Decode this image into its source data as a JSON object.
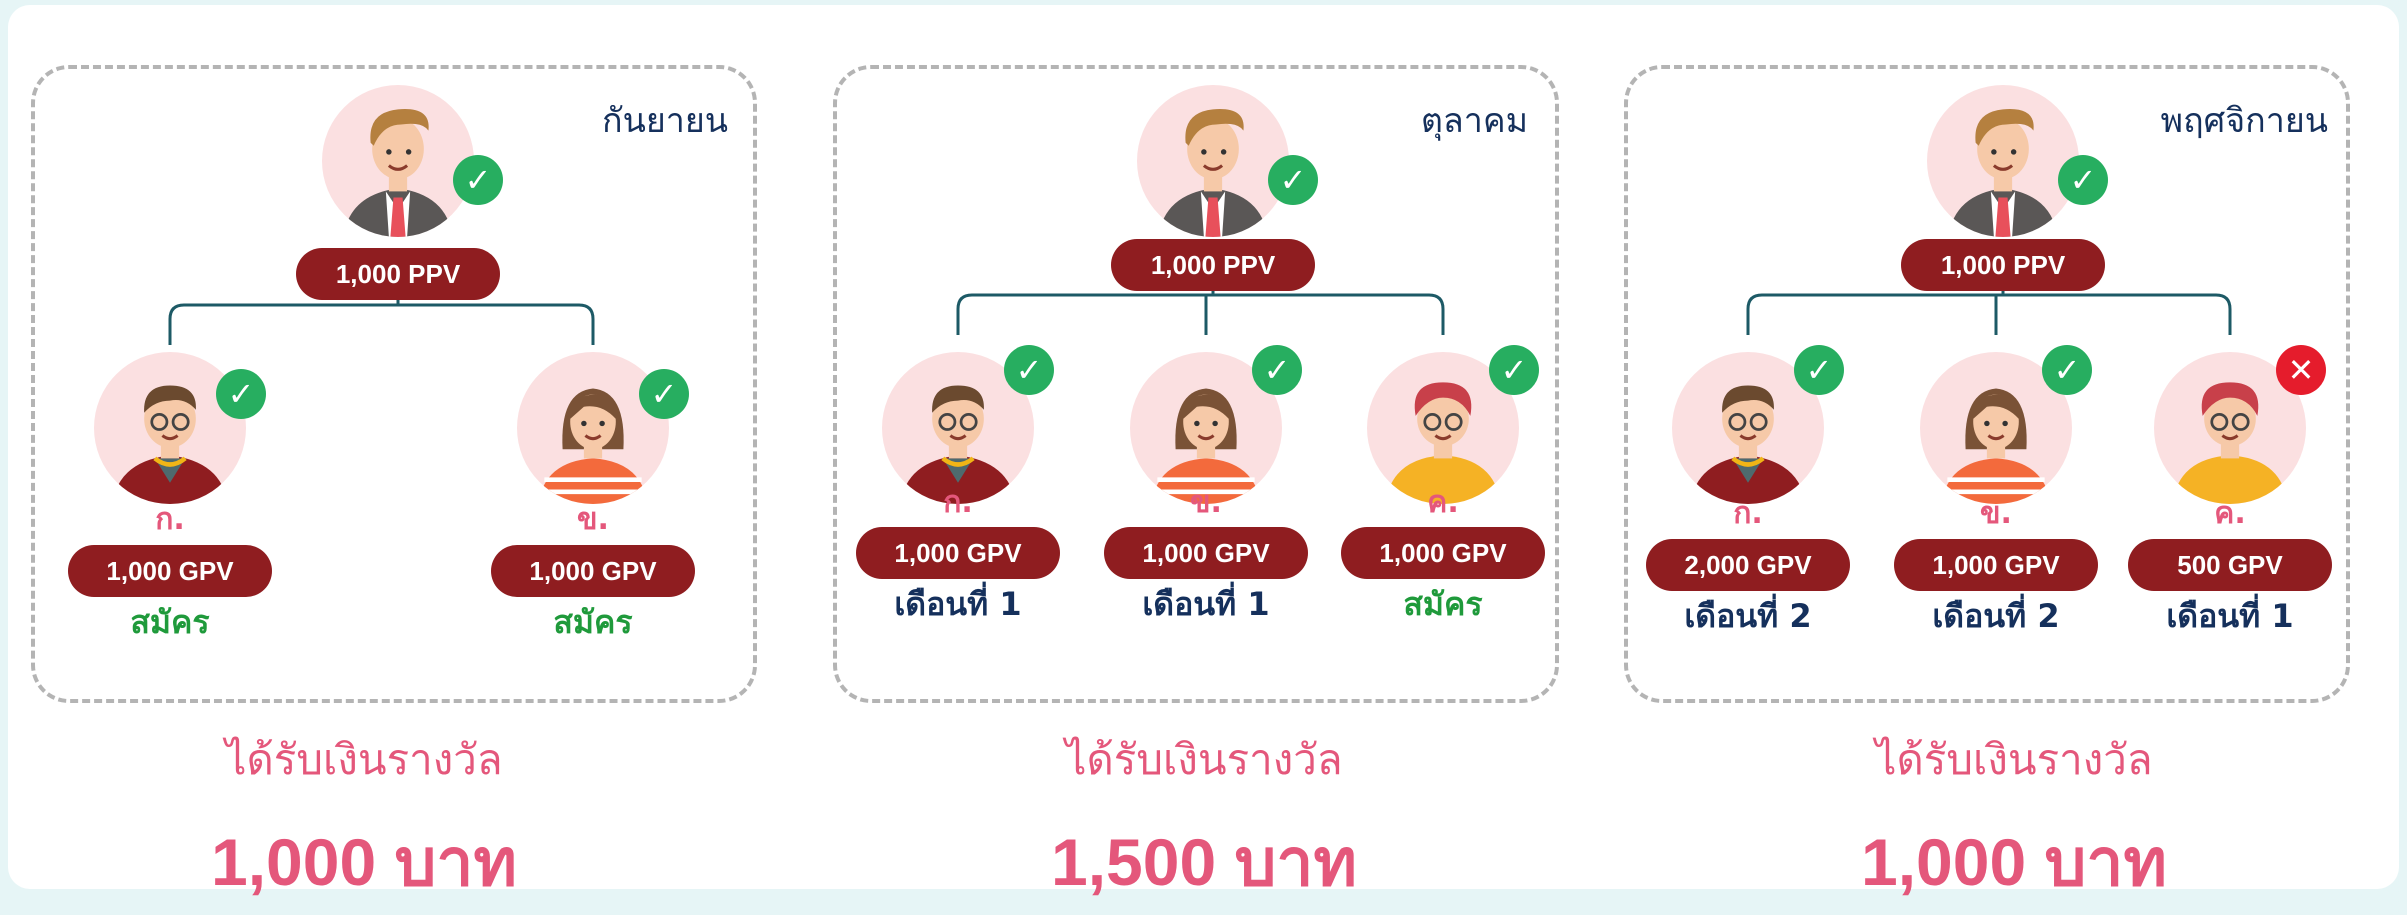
{
  "panels": [
    {
      "month": "กันยายน",
      "leader": {
        "pv": "1,000 PPV",
        "status": "ok"
      },
      "members": [
        {
          "letter": "ก.",
          "gpv": "1,000 GPV",
          "label": "สมัคร",
          "status": "ok"
        },
        {
          "letter": "ข.",
          "gpv": "1,000 GPV",
          "label": "สมัคร",
          "status": "ok"
        }
      ],
      "reward_title": "ได้รับเงินรางวัล",
      "reward_amount": "1,000 บาท"
    },
    {
      "month": "ตุลาคม",
      "leader": {
        "pv": "1,000 PPV",
        "status": "ok"
      },
      "members": [
        {
          "letter": "ก.",
          "gpv": "1,000 GPV",
          "label": "เดือนที่ 1",
          "status": "ok"
        },
        {
          "letter": "ข.",
          "gpv": "1,000 GPV",
          "label": "เดือนที่ 1",
          "status": "ok"
        },
        {
          "letter": "ค.",
          "gpv": "1,000 GPV",
          "label": "สมัคร",
          "status": "ok"
        }
      ],
      "reward_title": "ได้รับเงินรางวัล",
      "reward_amount": "1,500 บาท"
    },
    {
      "month": "พฤศจิกายน",
      "leader": {
        "pv": "1,000 PPV",
        "status": "ok"
      },
      "members": [
        {
          "letter": "ก.",
          "gpv": "2,000 GPV",
          "label": "เดือนที่ 2",
          "status": "ok"
        },
        {
          "letter": "ข.",
          "gpv": "1,000 GPV",
          "label": "เดือนที่ 2",
          "status": "ok"
        },
        {
          "letter": "ค.",
          "gpv": "500 GPV",
          "label": "เดือนที่ 1",
          "status": "fail"
        }
      ],
      "reward_title": "ได้รับเงินรางวัล",
      "reward_amount": "1,000 บาท"
    }
  ],
  "colors": {
    "pill": "#8f1d20",
    "reward_text": "#e4577b",
    "signup_label": "#1f9a3b",
    "month_label": "#15305c",
    "ok_badge": "#27ae60",
    "fail_badge": "#e51c2c",
    "connector": "#1d5a66"
  },
  "icons": {
    "ok_badge": "check-circle-icon",
    "fail_badge": "x-circle-icon",
    "leader": "man-avatar-icon",
    "member_ko": "man-glasses-avatar-icon",
    "member_kho": "woman-avatar-icon",
    "member_kho_khwai": "red-hair-avatar-icon"
  }
}
